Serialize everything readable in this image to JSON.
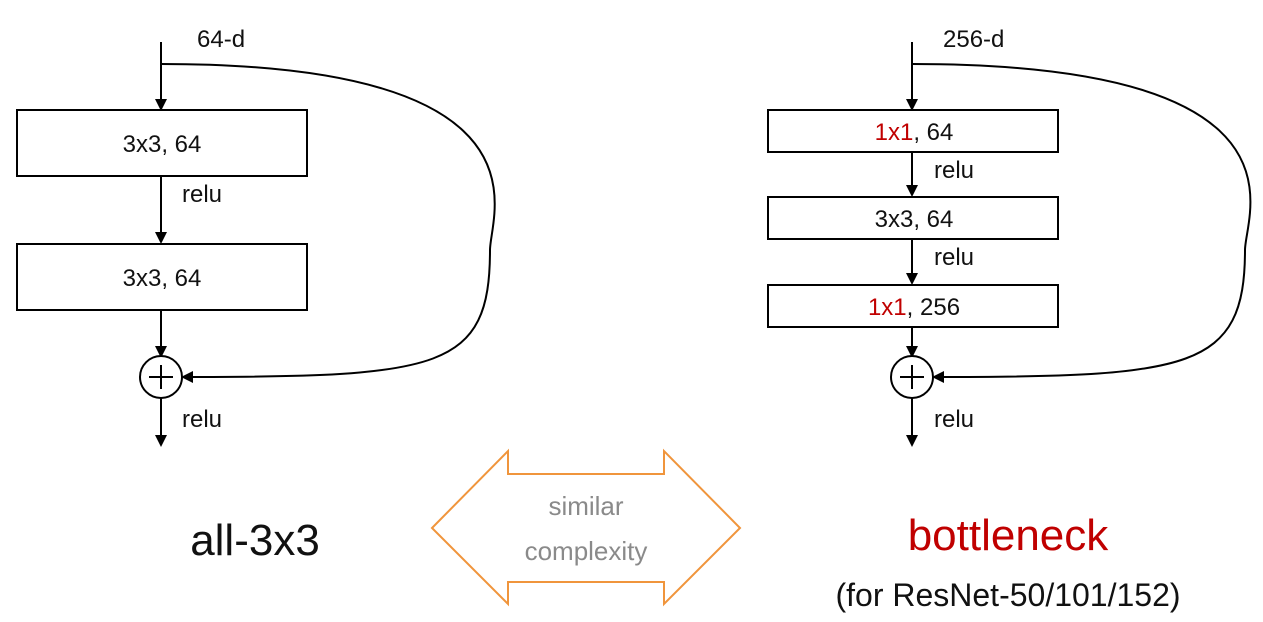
{
  "left_block": {
    "input_dim": "64-d",
    "layer1": "3x3, 64",
    "relu1": "relu",
    "layer2": "3x3, 64",
    "relu_out": "relu",
    "title": "all-3x3"
  },
  "right_block": {
    "input_dim": "256-d",
    "layer1_prefix": "1x1",
    "layer1_suffix": ", 64",
    "relu1": "relu",
    "layer2": "3x3, 64",
    "relu2": "relu",
    "layer3_prefix": "1x1",
    "layer3_suffix": ", 256",
    "relu_out": "relu",
    "title": "bottleneck",
    "subtitle": "(for ResNet-50/101/152)"
  },
  "comparison": {
    "line1": "similar",
    "line2": "complexity"
  },
  "colors": {
    "accent_red": "#c00000",
    "arrow_outline": "#f0953c",
    "comparison_text": "#8a8a8a"
  }
}
